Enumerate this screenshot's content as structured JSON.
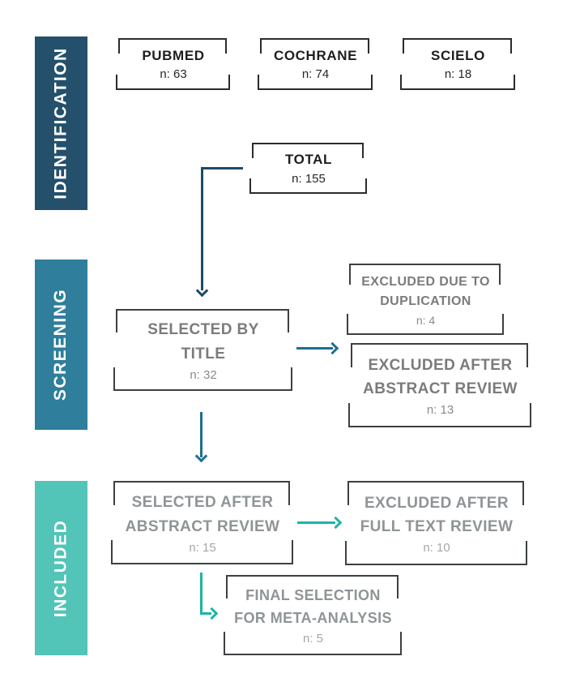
{
  "diagram_title": "study-selection-flow",
  "sidebar": {
    "identification": {
      "label": "IDENTIFICATION",
      "color": "#24506B"
    },
    "screening": {
      "label": "SCREENING",
      "color": "#2F7E9B"
    },
    "included": {
      "label": "INCLUDED",
      "color": "#52C4B8"
    }
  },
  "boxes": {
    "pubmed": {
      "label": "PUBMED",
      "n": "n: 63"
    },
    "cochrane": {
      "label": "COCHRANE",
      "n": "n: 74"
    },
    "scielo": {
      "label": "SCIELO",
      "n": "n: 18"
    },
    "total": {
      "label": "TOTAL",
      "n": "n: 155"
    },
    "selected_by_title": {
      "label": "SELECTED BY TITLE",
      "n": "n: 32"
    },
    "excluded_duplication": {
      "label": "EXCLUDED DUE TO DUPLICATION",
      "n": "n: 4"
    },
    "excluded_abstract": {
      "label": "EXCLUDED AFTER ABSTRACT REVIEW",
      "n": "n: 13"
    },
    "selected_abstract": {
      "label": "SELECTED AFTER ABSTRACT REVIEW",
      "n": "n: 15"
    },
    "excluded_fulltext": {
      "label": "EXCLUDED AFTER FULL TEXT REVIEW",
      "n": "n: 10"
    },
    "final_selection": {
      "label": "FINAL SELECTION FOR META-ANALYSIS",
      "n": "n: 5"
    }
  },
  "colors": {
    "arrow_navy": "#1D4B68",
    "arrow_blue": "#1F6E93",
    "arrow_teal": "#1CB5A6"
  }
}
